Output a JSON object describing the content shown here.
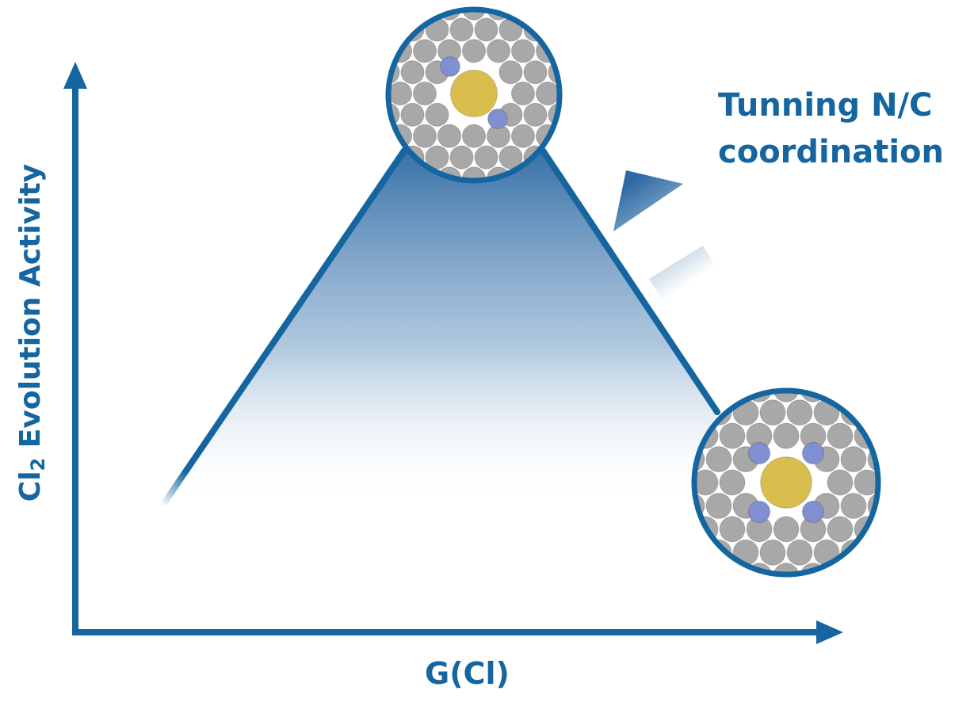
{
  "axes": {
    "y_label": {
      "prefix": "Cl",
      "subscript": "2",
      "suffix": " Evolution Activity"
    },
    "x_label": "G(Cl)"
  },
  "annotation": {
    "line1": "Tunning N/C",
    "line2": "coordination"
  },
  "insets": [
    {
      "position": "peak",
      "center_atom": "metal",
      "nitrogen_neighbors": 2
    },
    {
      "position": "right-slope",
      "center_atom": "metal",
      "nitrogen_neighbors": 4
    }
  ],
  "colors": {
    "axis": "#1565a0",
    "text": "#1565a0",
    "carbon": "#a8a8a8",
    "nitrogen": "#7f8fd0",
    "metal": "#d9be4e"
  }
}
